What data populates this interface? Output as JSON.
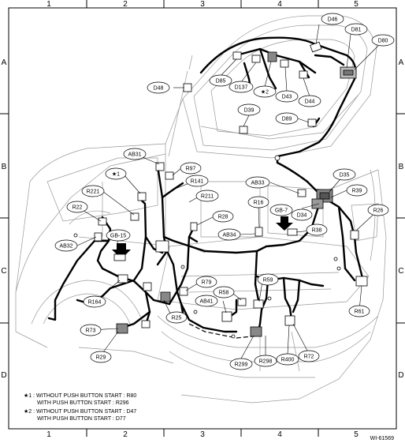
{
  "grid": {
    "columns": [
      "1",
      "2",
      "3",
      "4",
      "5"
    ],
    "rows": [
      "A",
      "B",
      "C",
      "D"
    ]
  },
  "connectors": [
    "D46",
    "D81",
    "D80",
    "D48",
    "D85",
    "D137",
    "★2",
    "D43",
    "D44",
    "D39",
    "D89",
    "D35",
    "AB31",
    "R97",
    "★1",
    "R141",
    "R211",
    "AB33",
    "R39",
    "R221",
    "R22",
    "R28",
    "R16",
    "GB-7",
    "D34",
    "R26",
    "AB34",
    "R38",
    "GB-15",
    "AB32",
    "R164",
    "R79",
    "R59",
    "R58",
    "AB41",
    "R61",
    "R25",
    "R73",
    "R29",
    "R299",
    "R298",
    "R400",
    "R72"
  ],
  "notes": {
    "note1": {
      "marker": "★1",
      "line1": ": WITHOUT PUSH BUTTON START : R80",
      "line2": "WITH PUSH BUTTON START : R296"
    },
    "note2": {
      "marker": "★2",
      "line1": ": WITHOUT PUSH BUTTON START : D47",
      "line2": "WITH PUSH BUTTON START : D77"
    }
  },
  "figure_id": "WI-61569"
}
